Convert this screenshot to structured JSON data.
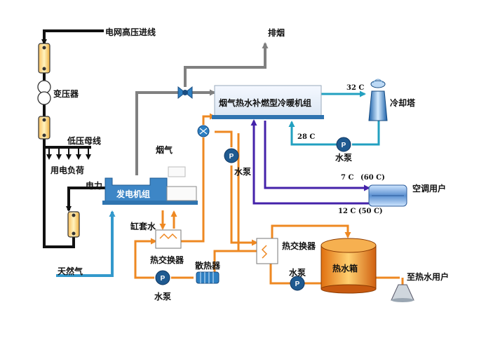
{
  "labels": {
    "grid_line": "电网高压进线",
    "transformer": "变压器",
    "low_voltage_bus": "低压母线",
    "power_load": "用电负荷",
    "power": "电力",
    "natural_gas": "天然气",
    "generator_set": "发电机组",
    "flue_gas": "烟气",
    "jacket_water": "缸套水",
    "heat_exchanger_1": "热交换器",
    "radiator": "散热器",
    "pump_1": "水泵",
    "exhaust": "排烟",
    "chiller": "烟气热水补燃型冷暖机组",
    "pump_2": "水泵",
    "temp_32": "32 C",
    "cooling_tower": "冷却塔",
    "temp_28": "28 C",
    "pump_3": "水泵",
    "temp_7": "7 C",
    "temp_60": "(60 C)",
    "ac_user": "空调用户",
    "temp_12": "12 C (50 C)",
    "heat_exchanger_2": "热交换器",
    "hot_water_tank": "热水箱",
    "pump_4": "水泵",
    "hot_water_user": "至热水用户"
  },
  "colors": {
    "power_line": "#111111",
    "gas_line": "#3399cc",
    "flue_line": "#808080",
    "hot_line": "#ee8822",
    "chill_line": "#4422aa",
    "cool_line": "#22a0c0",
    "equipment": "#4a90c8"
  }
}
